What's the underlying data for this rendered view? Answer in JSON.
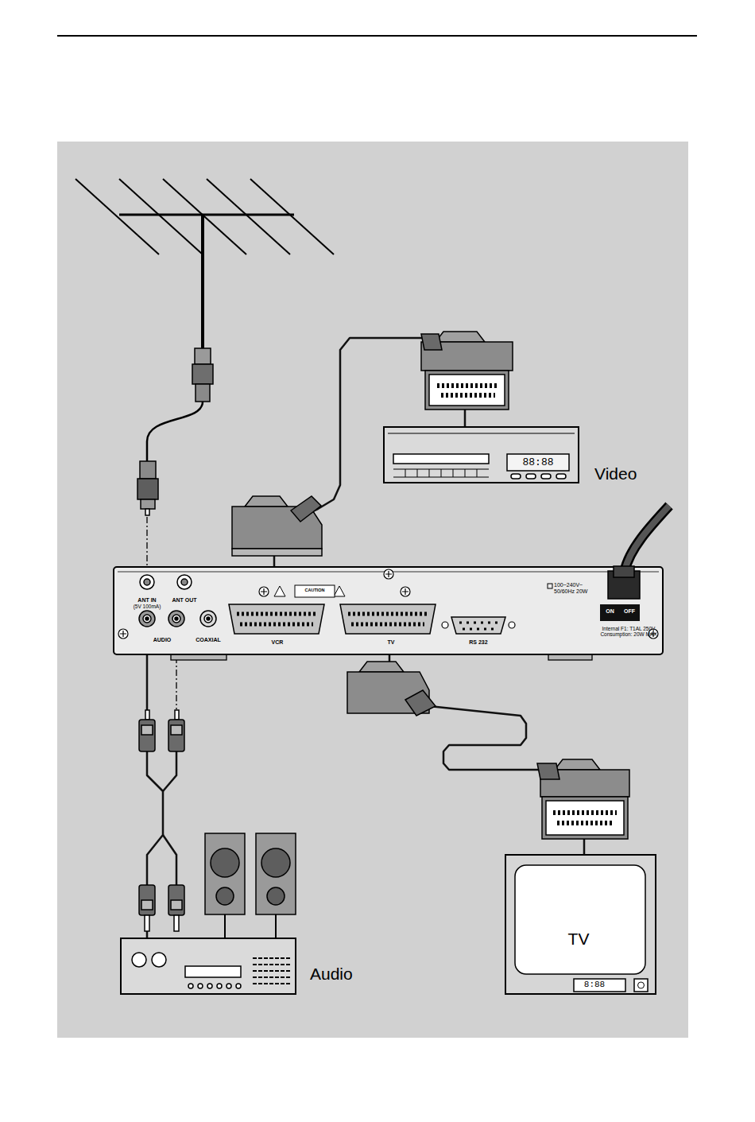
{
  "diagram": {
    "nodes": [
      {
        "text": [
          "88:88",
          "Video"
        ]
      },
      {
        "text": [
          "ANT IN",
          "(5V 100mA)",
          "ANT OUT",
          "AUDIO",
          "COAXIAL",
          "VCR",
          "TV",
          "RS 232",
          "CAUTION",
          "100~240V~ 50/60Hz 20W",
          "ON",
          "OFF",
          "Internal F1: T1AL 250V Consumption: 20W MAX"
        ]
      },
      {
        "text": [
          "TV",
          "8:88"
        ]
      },
      {
        "text": [
          "Audio"
        ]
      }
    ],
    "edges": [
      {
        "from": 1,
        "to": 0,
        "arrow": "none"
      },
      {
        "from": 1,
        "to": 2,
        "arrow": "none"
      },
      {
        "from": 1,
        "to": 3,
        "arrow": "none"
      }
    ]
  }
}
